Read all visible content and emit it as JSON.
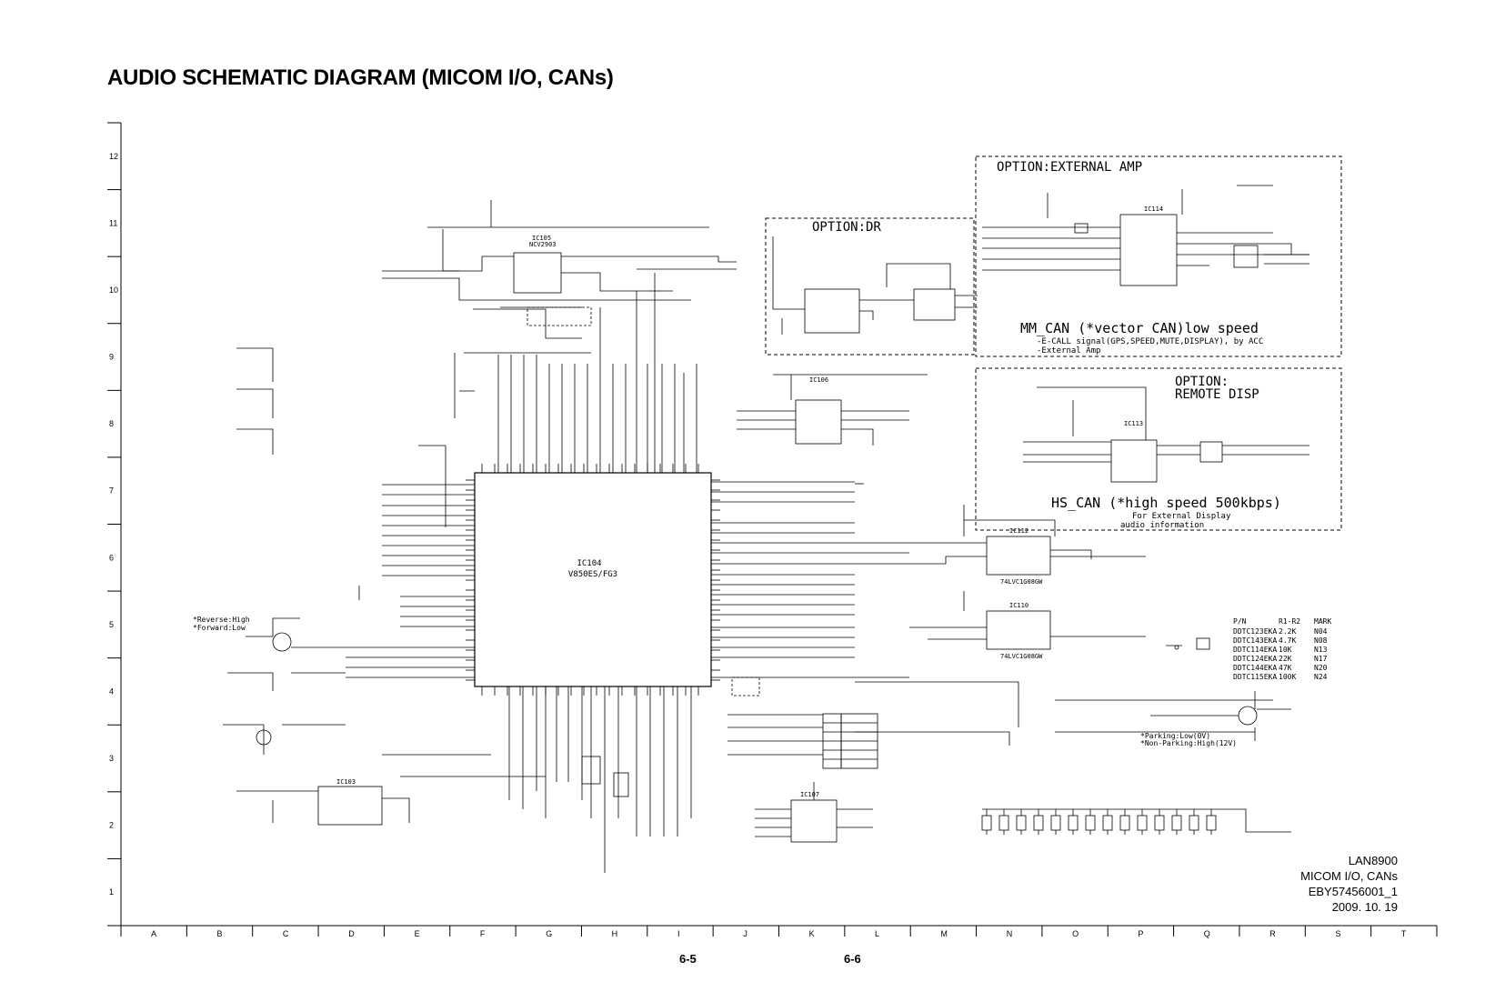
{
  "title": "AUDIO SCHEMATIC DIAGRAM (MICOM I/O, CANs)",
  "grid": {
    "rows": [
      "12",
      "11",
      "10",
      "9",
      "8",
      "7",
      "6",
      "5",
      "4",
      "3",
      "2",
      "1"
    ],
    "cols": [
      "A",
      "B",
      "C",
      "D",
      "E",
      "F",
      "G",
      "H",
      "I",
      "J",
      "K",
      "L",
      "M",
      "N",
      "O",
      "P",
      "Q",
      "R",
      "S",
      "T"
    ]
  },
  "title_block": {
    "model": "LAN8900",
    "sheet": "MICOM I/O, CANs",
    "part_no": "EBY57456001_1",
    "date": "2009. 10. 19"
  },
  "pages": {
    "left": "6-5",
    "right": "6-6"
  },
  "option_boxes": {
    "external_amp": "OPTION:EXTERNAL AMP",
    "dr": "OPTION:DR",
    "remote_disp_1": "OPTION:",
    "remote_disp_2": "REMOTE DISP"
  },
  "notes": {
    "mm_can": "MM_CAN (*vector CAN)low speed",
    "mm_can_1": "-E-CALL signal(GPS,SPEED,MUTE,DISPLAY), by ACC",
    "mm_can_2": "-External Amp",
    "hs_can": "HS_CAN (*high speed 500kbps)",
    "hs_can_1": "For External Display",
    "hs_can_2": "audio information",
    "reverse_1": "*Reverse:High",
    "reverse_2": "*Forward:Low",
    "parking_1": "*Parking:Low(0V)",
    "parking_2": "*Non-Parking:High(12V)"
  },
  "chips": {
    "ic104": "IC104",
    "ic104_part": "V850ES/FG3",
    "ic105": "IC105",
    "ic105_part": "NCV2903",
    "ic106": "IC106",
    "ic112": "IC112",
    "ic112_part": "74LVC1G08GW",
    "ic110": "IC110",
    "ic110_part": "74LVC1G08GW",
    "ic103": "IC103",
    "ic114": "IC114",
    "ic113": "IC113",
    "ic107": "IC107"
  },
  "transistor_table": {
    "header": [
      "P/N",
      "R1-R2",
      "MARK"
    ],
    "rows": [
      [
        "DDTC123EKA",
        "2.2K",
        "N04"
      ],
      [
        "DDTC143EKA",
        "4.7K",
        "N08"
      ],
      [
        "DDTC114EKA",
        "10K",
        "N13"
      ],
      [
        "DDTC124EKA",
        "22K",
        "N17"
      ],
      [
        "DDTC144EKA",
        "47K",
        "N20"
      ],
      [
        "DDTC115EKA",
        "100K",
        "N24"
      ]
    ]
  }
}
